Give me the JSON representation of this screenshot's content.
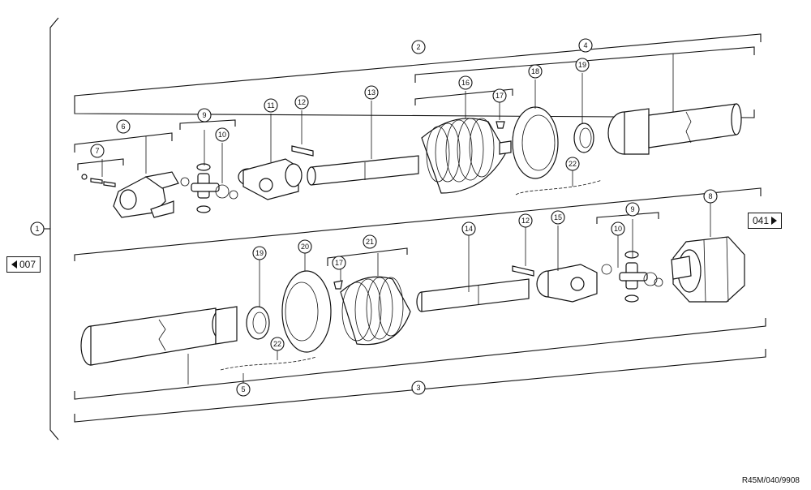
{
  "nav": {
    "prev_label": "007",
    "next_label": "041"
  },
  "reference": "R45M/040/9908",
  "callouts": {
    "c1": "1",
    "c2": "2",
    "c3": "3",
    "c4": "4",
    "c5": "5",
    "c6": "6",
    "c7": "7",
    "c8": "8",
    "c9a": "9",
    "c9b": "9",
    "c10a": "10",
    "c10b": "10",
    "c11": "11",
    "c12a": "12",
    "c12b": "12",
    "c13": "13",
    "c14": "14",
    "c15": "15",
    "c16": "16",
    "c17a": "17",
    "c17b": "17",
    "c18": "18",
    "c19a": "19",
    "c19b": "19",
    "c20": "20",
    "c21": "21",
    "c22a": "22",
    "c22b": "22"
  }
}
